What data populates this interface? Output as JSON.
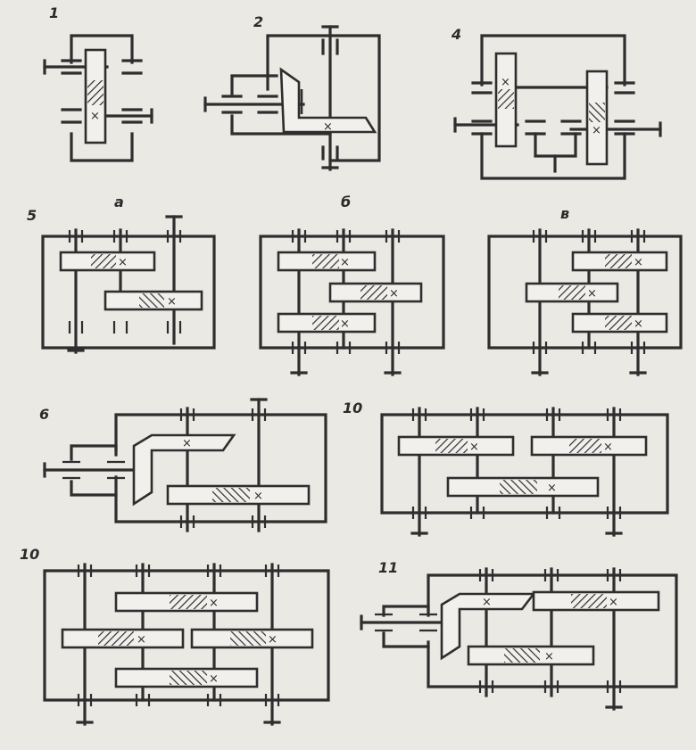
{
  "labels": {
    "fig_1": "1",
    "fig_2": "2",
    "fig_4": "4",
    "fig_5": "5",
    "sub_a": "а",
    "sub_b": "б",
    "sub_v": "в",
    "fig_6": "6",
    "fig_10_top": "10",
    "fig_10_bottom": "10",
    "fig_11": "11"
  },
  "colors": {
    "ink": "#2e2e2e",
    "paper": "#ebe9e4",
    "gear_fill": "#f1f0ec"
  }
}
